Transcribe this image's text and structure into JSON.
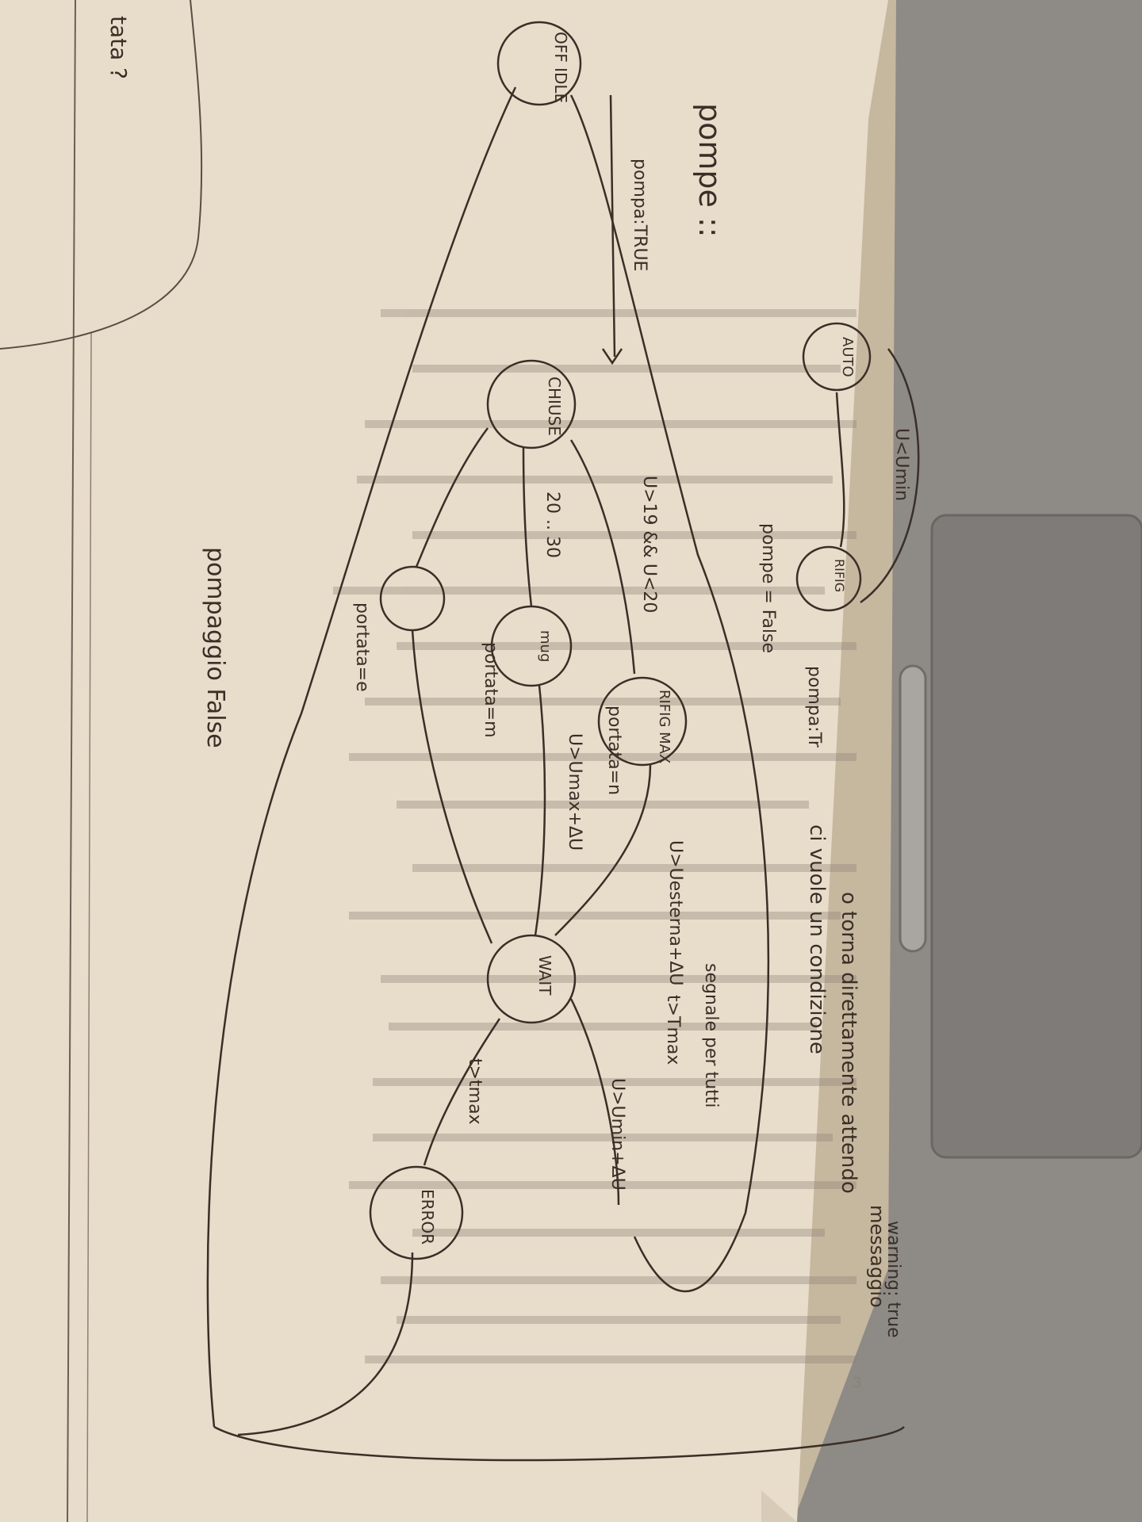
{
  "sketch": {
    "title": "pompe ::",
    "left_fragment": "tata ?",
    "states": {
      "off_idle": "OFF IDLE",
      "chiuse": "CHIUSE",
      "rifig_max": "RIFIG MAX",
      "mug": "mug",
      "wait": "WAIT",
      "error": "ERROR",
      "auto": "AUTO",
      "rifig_small": "RIFIG"
    },
    "transitions": {
      "pompa_true": "pompa:TRUE",
      "pompe_false": "pompe = False",
      "cond_19_20": "U>19 && U<20",
      "cond_20_30": "20 .. 30",
      "portata_n": "portata=n",
      "portata_m": "portata=m",
      "portata_e": "portata=e",
      "cond_umax": "U>Umax+ΔU",
      "cond_umin_wait": "U>Umin+ΔU",
      "cond_tmax": "t>Tmax",
      "cond_tmax_error": "t>tmax",
      "cond_delta": "U>Uesterna+ΔU",
      "segnale": "segnale per tutti",
      "cond_umin_auto": "U<Umin",
      "pompa_auto": "pompa:Tr"
    },
    "notes": {
      "pompaggio": "pompaggio False",
      "warning": "warning: true",
      "condizione": "ci vuole un condizione",
      "torna": "o torna direttamente attendo",
      "messaggio": "messaggio"
    },
    "page_number": "3"
  }
}
